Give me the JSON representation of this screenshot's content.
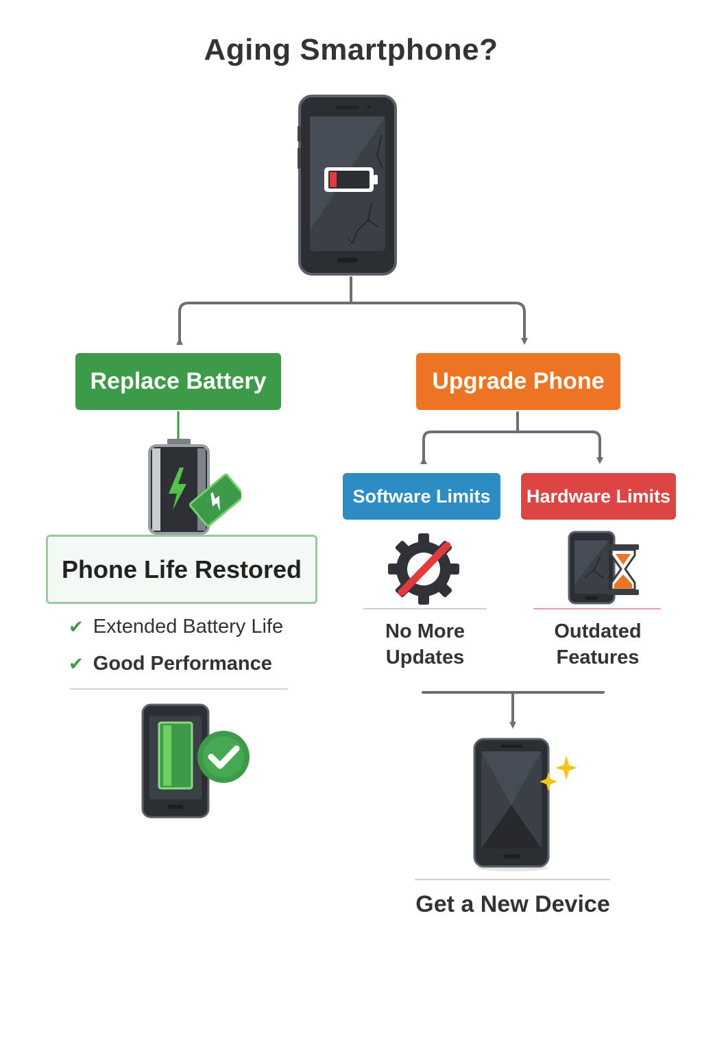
{
  "title": "Aging Smartphone?",
  "left_branch": {
    "label": "Replace Battery",
    "result": "Phone Life Restored",
    "benefits": [
      "Extended Battery Life",
      "Good Performance"
    ]
  },
  "right_branch": {
    "label": "Upgrade Phone",
    "sub_options": [
      {
        "label": "Software Limits",
        "caption_lines": [
          "No More",
          "Updates"
        ]
      },
      {
        "label": "Hardware Limits",
        "caption_lines": [
          "Outdated",
          "Features"
        ]
      }
    ],
    "result": "Get a New Device"
  },
  "icons": {
    "top": "aging-phone-low-battery-icon",
    "battery": "battery-charging-icon",
    "gear": "gear-no-updates-icon",
    "hourglass": "phone-hourglass-icon",
    "restored": "phone-full-battery-check-icon",
    "new_device": "new-phone-sparkle-icon"
  },
  "colors": {
    "green": "#3d9a48",
    "orange": "#ec7422",
    "blue": "#2d8cc4",
    "red": "#dd4444",
    "connector": "#6e6e6e"
  }
}
